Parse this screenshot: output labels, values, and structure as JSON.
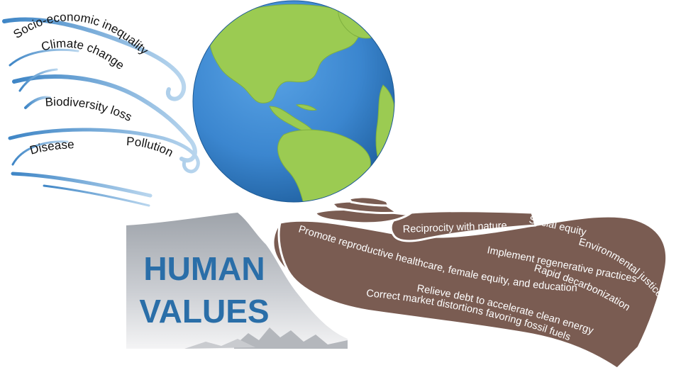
{
  "wind_labels": {
    "socio_economic": "Socio-economic inequality",
    "climate": "Climate change",
    "biodiversity": "Biodiversity loss",
    "disease": "Disease",
    "pollution": "Pollution"
  },
  "human_values": {
    "line1": "HUMAN",
    "line2": "VALUES"
  },
  "hand_labels": {
    "social_equity": "Social equity",
    "reciprocity": "Reciprocity with nature",
    "environmental_justice": "Environmental justice",
    "regenerative": "Implement regenerative practices",
    "reproductive": "Promote reproductive healthcare, female equity, and education",
    "decarbonization": "Rapid decarbonization",
    "debt": "Relieve debt to accelerate clean energy",
    "market": "Correct market distortions favoring fossil fuels"
  },
  "colors": {
    "ocean": "#3b86cf",
    "land": "#9bcb52",
    "hand": "#7a5c52",
    "wind": "#5b9bd0",
    "mountain": "#b8bcc2",
    "human_values_text": "#2a6ea8"
  },
  "icons": {
    "globe": "earth-globe-americas",
    "hand": "open-hand",
    "wind": "wind-swirls",
    "mountain": "mountain-silhouette"
  }
}
